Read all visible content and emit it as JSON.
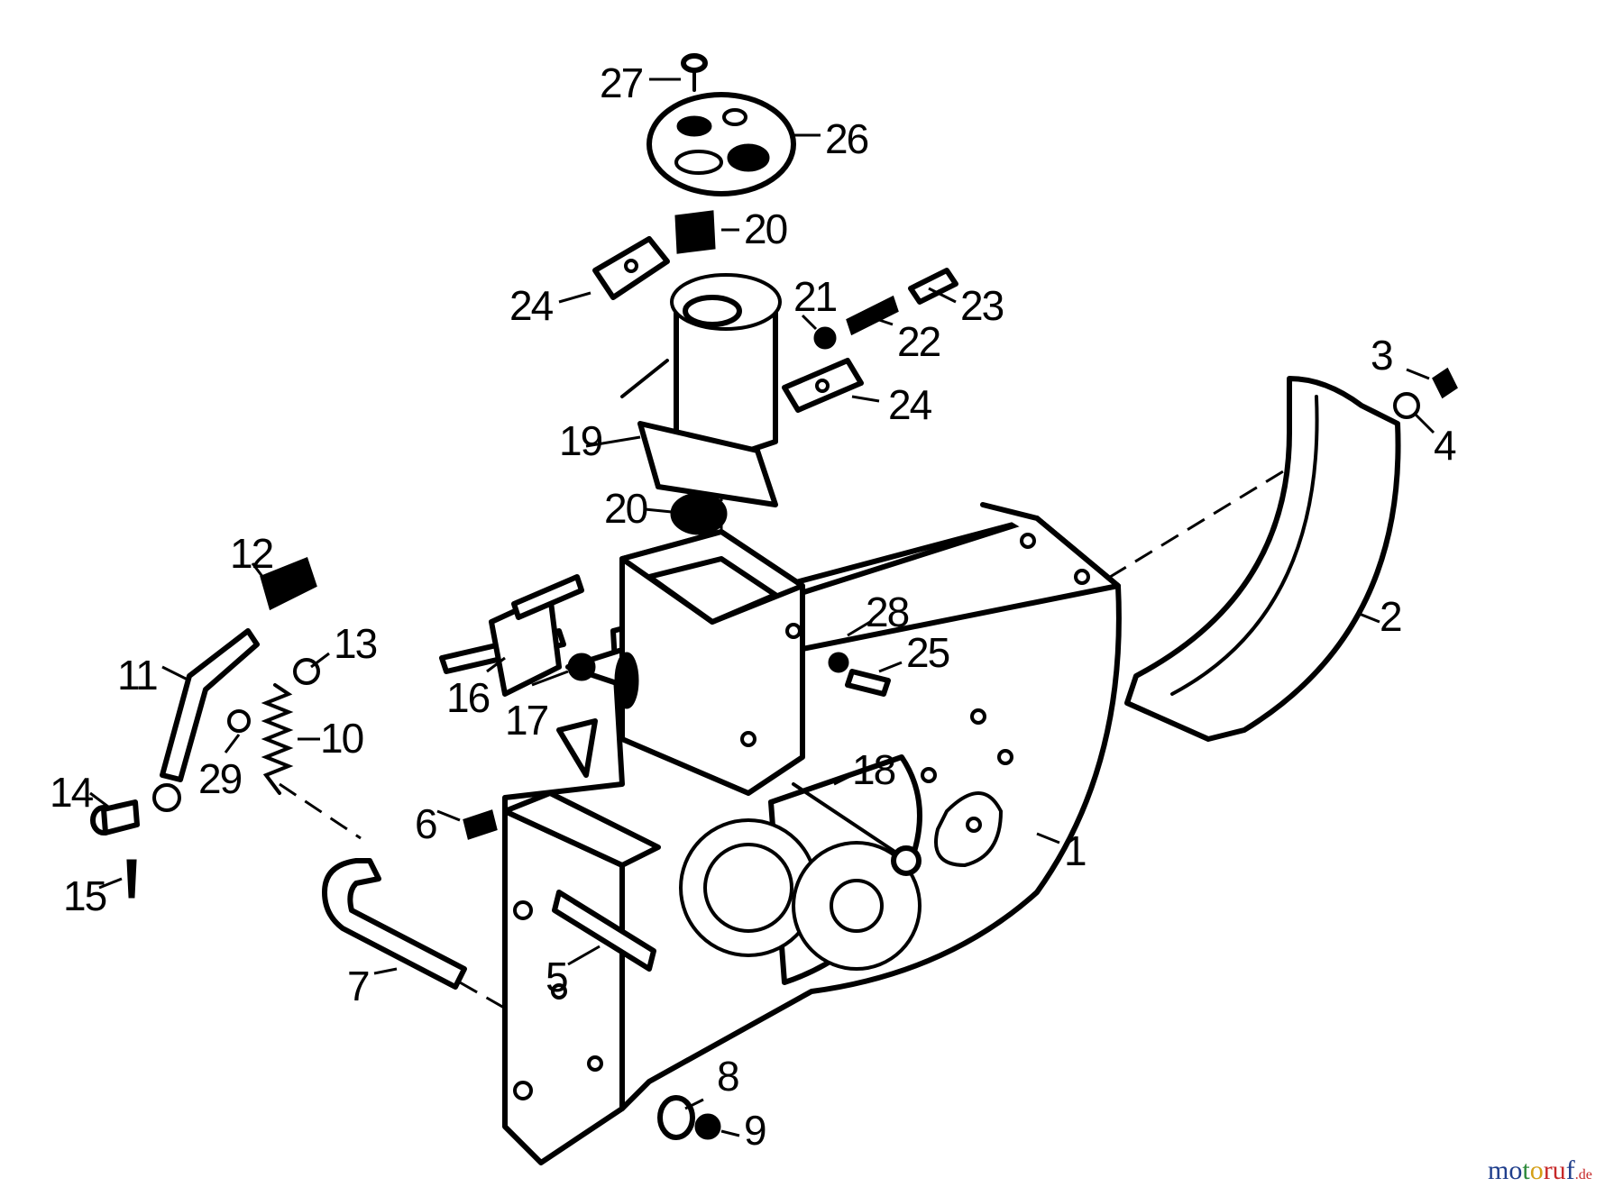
{
  "callouts": [
    {
      "id": "1",
      "label": "1"
    },
    {
      "id": "2",
      "label": "2"
    },
    {
      "id": "3",
      "label": "3"
    },
    {
      "id": "4",
      "label": "4"
    },
    {
      "id": "5",
      "label": "5"
    },
    {
      "id": "6",
      "label": "6"
    },
    {
      "id": "7",
      "label": "7"
    },
    {
      "id": "8",
      "label": "8"
    },
    {
      "id": "9",
      "label": "9"
    },
    {
      "id": "10",
      "label": "10"
    },
    {
      "id": "11",
      "label": "11"
    },
    {
      "id": "12",
      "label": "12"
    },
    {
      "id": "13",
      "label": "13"
    },
    {
      "id": "14",
      "label": "14"
    },
    {
      "id": "15",
      "label": "15"
    },
    {
      "id": "16",
      "label": "16"
    },
    {
      "id": "17",
      "label": "17"
    },
    {
      "id": "18",
      "label": "18"
    },
    {
      "id": "19",
      "label": "19"
    },
    {
      "id": "20a",
      "label": "20"
    },
    {
      "id": "20b",
      "label": "20"
    },
    {
      "id": "21",
      "label": "21"
    },
    {
      "id": "22",
      "label": "22"
    },
    {
      "id": "23",
      "label": "23"
    },
    {
      "id": "24a",
      "label": "24"
    },
    {
      "id": "24b",
      "label": "24"
    },
    {
      "id": "25",
      "label": "25"
    },
    {
      "id": "26",
      "label": "26"
    },
    {
      "id": "27",
      "label": "27"
    },
    {
      "id": "28",
      "label": "28"
    },
    {
      "id": "29",
      "label": "29"
    }
  ],
  "watermark": {
    "segments": [
      {
        "text": "mo",
        "color": "#1f3e8c"
      },
      {
        "text": "t",
        "color": "#2c8a3a"
      },
      {
        "text": "o",
        "color": "#d4a017"
      },
      {
        "text": "ru",
        "color": "#c62828"
      },
      {
        "text": "f",
        "color": "#1f3e8c"
      }
    ],
    "suffix": ".de"
  }
}
